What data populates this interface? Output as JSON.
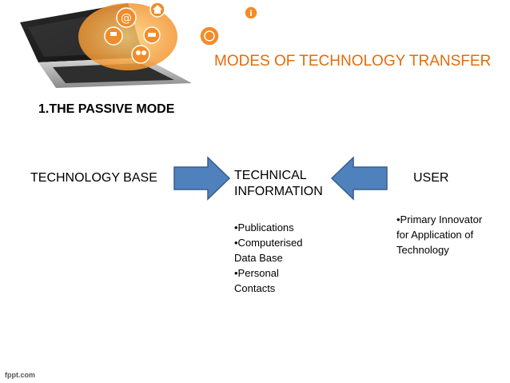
{
  "slide": {
    "title": "MODES OF TECHNOLOGY TRANSFER",
    "subtitle": "1.THE PASSIVE MODE"
  },
  "diagram": {
    "nodes": {
      "technology_base": "TECHNOLOGY BASE",
      "technical_information_line1": "TECHNICAL",
      "technical_information_line2": "INFORMATION",
      "user": "USER"
    },
    "technical_information_items": [
      "•Publications",
      "•Computerised",
      "Data Base",
      "•Personal",
      "Contacts"
    ],
    "user_items": [
      "•Primary Innovator",
      "for Application of",
      "Technology"
    ],
    "arrow_color": "#4f81bd",
    "arrow_stroke": "#385d8a"
  },
  "footer": {
    "watermark": "fppt.com"
  },
  "colors": {
    "title": "#e36c0a",
    "text": "#000000"
  }
}
